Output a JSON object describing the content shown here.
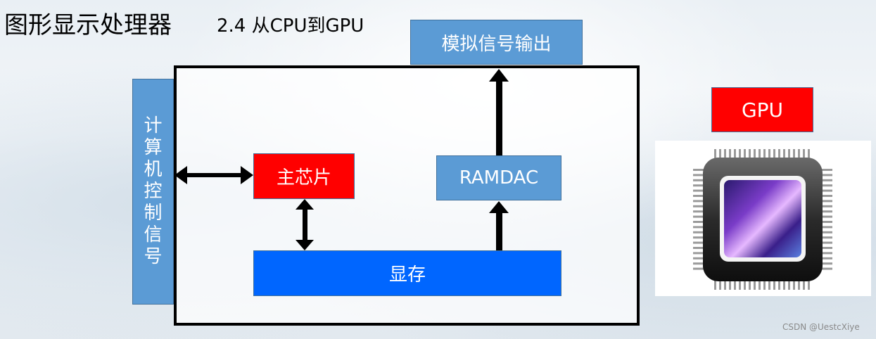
{
  "header": {
    "title": "图形显示处理器",
    "subtitle": "2.4 从CPU到GPU"
  },
  "diagram": {
    "analog_output": "模拟信号输出",
    "control_signal": "计算机控制信号",
    "main_chip": "主芯片",
    "ramdac": "RAMDAC",
    "video_memory": "显存",
    "gpu_label": "GPU"
  },
  "footer": {
    "watermark": "CSDN @UestcXiye"
  },
  "colors": {
    "box_blue": "#5b9bd5",
    "chip_red": "#ff0000",
    "memory_blue": "#0066ff",
    "frame": "#000000"
  },
  "icons": [
    "gpu-chip-icon",
    "double-arrow-icon",
    "up-arrow-icon"
  ]
}
